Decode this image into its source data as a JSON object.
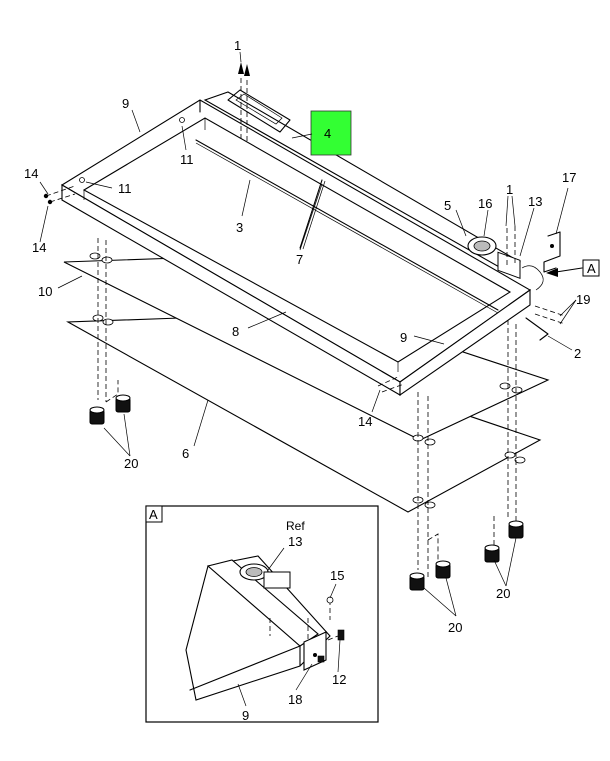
{
  "callouts": {
    "c1_top": "1",
    "c1_right": "1",
    "c2": "2",
    "c3": "3",
    "c4": "4",
    "c5": "5",
    "c6": "6",
    "c7": "7",
    "c8": "8",
    "c9_top": "9",
    "c9_right": "9",
    "c9_detail": "9",
    "c10": "10",
    "c11_a": "11",
    "c11_b": "11",
    "c12": "12",
    "c13": "13",
    "c13_detail": "13",
    "c14_a": "14",
    "c14_b": "14",
    "c14_c": "14",
    "c15": "15",
    "c16": "16",
    "c17": "17",
    "c18": "18",
    "c19": "19",
    "c20_a": "20",
    "c20_b": "20",
    "c20_c": "20",
    "ref": "Ref",
    "view_a": "A",
    "view_a_box": "A"
  },
  "colors": {
    "highlight": "#33ff33",
    "line": "#000000",
    "background": "#ffffff"
  }
}
